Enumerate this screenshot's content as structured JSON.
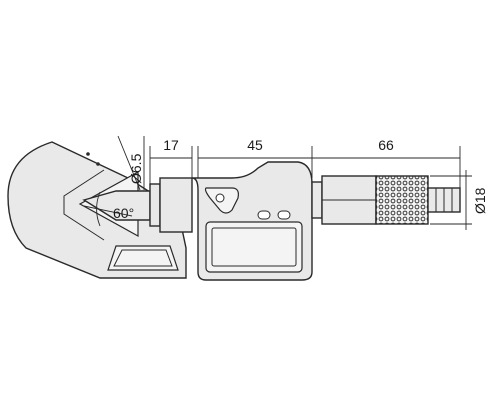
{
  "drawing": {
    "dimensions": {
      "anvil_diameter": "Ø6.5",
      "v_angle": "60°",
      "d_17": "17",
      "d_45": "45",
      "d_66": "66",
      "thimble_diameter": "Ø18"
    },
    "colors": {
      "body_fill": "#e9e9e9",
      "line": "#2a2a2a",
      "knurl": "#3a3a3a"
    }
  }
}
